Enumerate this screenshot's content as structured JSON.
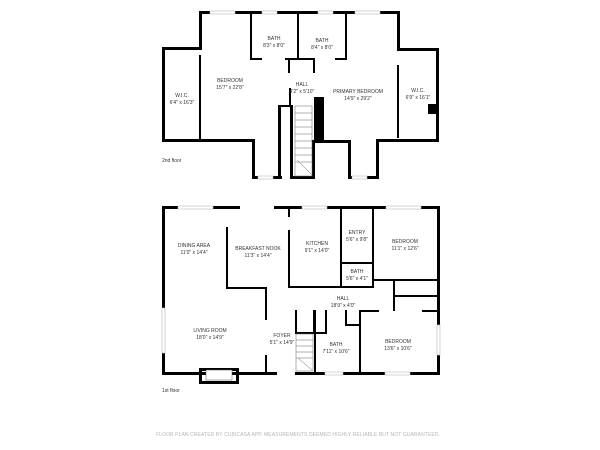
{
  "floors": {
    "second": {
      "label": "2nd floor",
      "rooms": [
        {
          "name": "BATH",
          "size": "8'3\" x 8'0\""
        },
        {
          "name": "BATH",
          "size": "8'4\" x 8'0\""
        },
        {
          "name": "BEDROOM",
          "size": "15'7\" x 22'8\""
        },
        {
          "name": "HALL",
          "size": "4'2\" x 5'10\""
        },
        {
          "name": "PRIMARY BEDROOM",
          "size": "14'9\" x 29'2\""
        },
        {
          "name": "W.I.C.",
          "size": "6'4\" x 16'3\""
        },
        {
          "name": "W.I.C.",
          "size": "6'9\" x 16'1\""
        }
      ]
    },
    "first": {
      "label": "1st floor",
      "rooms": [
        {
          "name": "DINING AREA",
          "size": "11'0\" x 14'4\""
        },
        {
          "name": "BREAKFAST NOOK",
          "size": "11'3\" x 14'4\""
        },
        {
          "name": "KITCHEN",
          "size": "9'1\" x 14'0\""
        },
        {
          "name": "ENTRY",
          "size": "5'6\" x 9'8\""
        },
        {
          "name": "BEDROOM",
          "size": "11'1\" x 12'6\""
        },
        {
          "name": "BATH",
          "size": "5'6\" x 4'1\""
        },
        {
          "name": "HALL",
          "size": "18'9\" x 4'0\""
        },
        {
          "name": "LIVING ROOM",
          "size": "18'0\" x 14'9\""
        },
        {
          "name": "FOYER",
          "size": "5'1\" x 14'9\""
        },
        {
          "name": "BATH",
          "size": "7'11\" x 10'6\""
        },
        {
          "name": "BEDROOM",
          "size": "13'6\" x 10'6\""
        }
      ]
    }
  },
  "footer": "FLOOR PLAN CREATED BY CUBICASA APP. MEASUREMENTS DEEMED HIGHLY RELIABLE BUT NOT GUARANTEED."
}
